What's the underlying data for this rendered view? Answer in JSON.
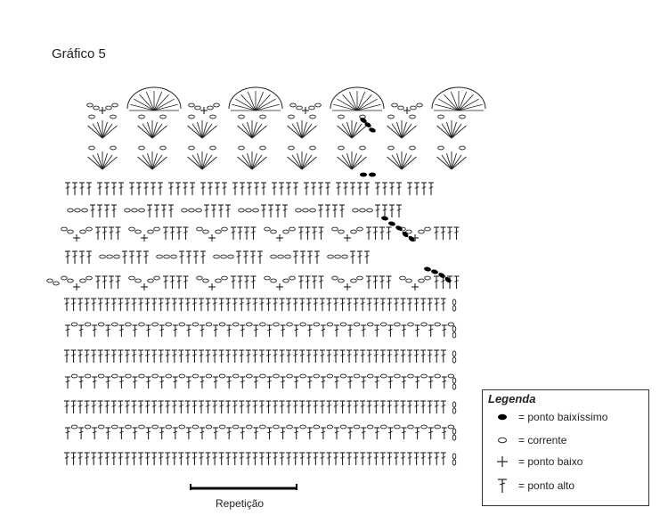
{
  "title": "Gráfico 5",
  "legend": {
    "title": "Legenda",
    "items": [
      {
        "symbol": "ponto-baixissimo-icon",
        "label": "= ponto baixíssimo"
      },
      {
        "symbol": "corrente-icon",
        "label": "= corrente"
      },
      {
        "symbol": "ponto-baixo-icon",
        "label": "= ponto baixo"
      },
      {
        "symbol": "ponto-alto-icon",
        "label": "= ponto alto"
      }
    ]
  },
  "repeat_label": "Repetição",
  "colors": {
    "ink": "#222222",
    "accent": "#000000"
  }
}
